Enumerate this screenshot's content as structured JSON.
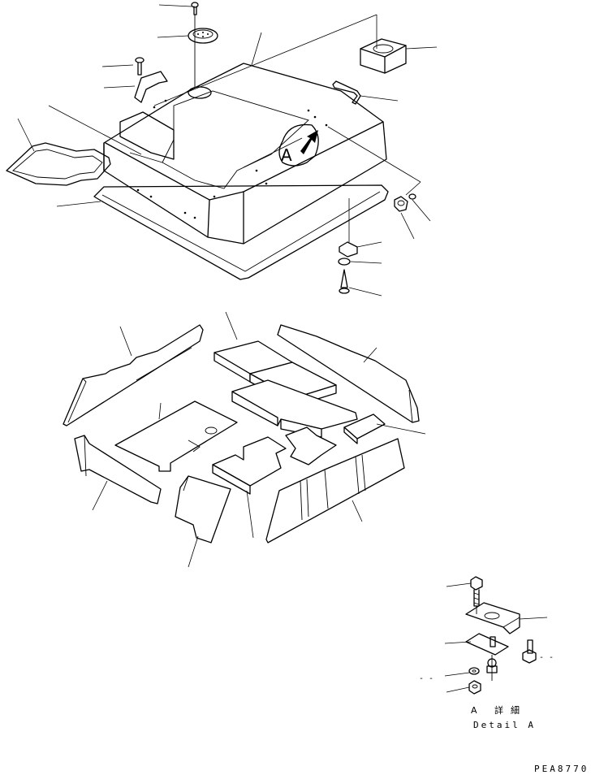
{
  "callout": {
    "view_letter": "A"
  },
  "detail": {
    "caption_jp": "A 詳細",
    "caption_en": "Detail A",
    "dash_mark": "- -"
  },
  "drawing_number": "PEA8770"
}
